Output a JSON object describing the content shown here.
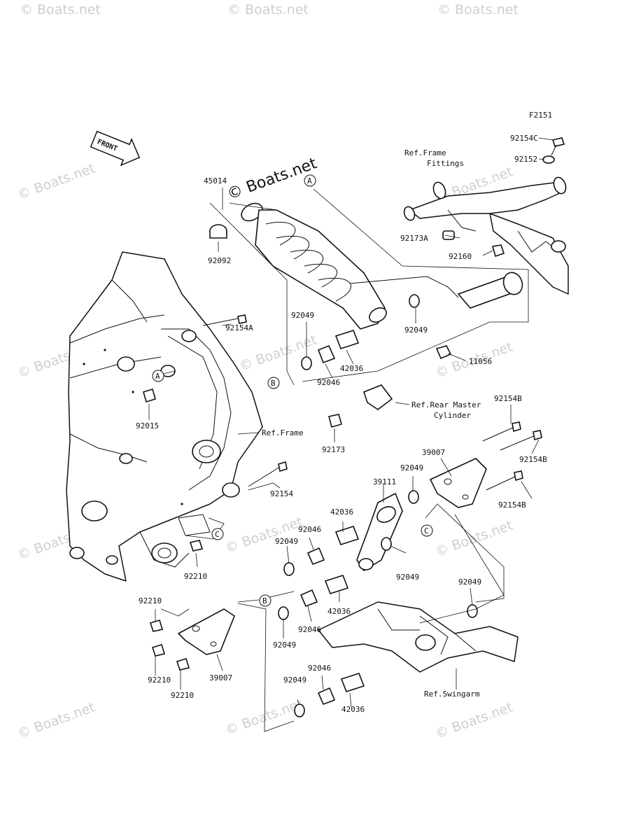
{
  "figure_code": "F2151",
  "front_label": "FRONT",
  "watermark_center": "© Boats.net",
  "watermark_text": "© Boats.net",
  "part_labels": [
    {
      "id": "45014",
      "text": "45014"
    },
    {
      "id": "92092",
      "text": "92092"
    },
    {
      "id": "92154C",
      "text": "92154C"
    },
    {
      "id": "92152",
      "text": "92152"
    },
    {
      "id": "92173A",
      "text": "92173A"
    },
    {
      "id": "92160",
      "text": "92160"
    },
    {
      "id": "92154A",
      "text": "92154A"
    },
    {
      "id": "92049_a",
      "text": "92049"
    },
    {
      "id": "92049_b",
      "text": "92049"
    },
    {
      "id": "42036_a",
      "text": "42036"
    },
    {
      "id": "92046_a",
      "text": "92046"
    },
    {
      "id": "11056",
      "text": "11056"
    },
    {
      "id": "92015",
      "text": "92015"
    },
    {
      "id": "92173",
      "text": "92173"
    },
    {
      "id": "92154B_a",
      "text": "92154B"
    },
    {
      "id": "92154B_b",
      "text": "92154B"
    },
    {
      "id": "92154B_c",
      "text": "92154B"
    },
    {
      "id": "39007_a",
      "text": "39007"
    },
    {
      "id": "92049_c",
      "text": "92049"
    },
    {
      "id": "39111",
      "text": "39111"
    },
    {
      "id": "92154",
      "text": "92154"
    },
    {
      "id": "42036_b",
      "text": "42036"
    },
    {
      "id": "92046_b",
      "text": "92046"
    },
    {
      "id": "92049_d",
      "text": "92049"
    },
    {
      "id": "92049_e",
      "text": "92049"
    },
    {
      "id": "92210_a",
      "text": "92210"
    },
    {
      "id": "92210_b",
      "text": "92210"
    },
    {
      "id": "92049_f",
      "text": "92049"
    },
    {
      "id": "42036_c",
      "text": "42036"
    },
    {
      "id": "92046_c",
      "text": "92046"
    },
    {
      "id": "92049_g",
      "text": "92049"
    },
    {
      "id": "92210_c",
      "text": "92210"
    },
    {
      "id": "92210_d",
      "text": "92210"
    },
    {
      "id": "39007_b",
      "text": "39007"
    },
    {
      "id": "92046_d",
      "text": "92046"
    },
    {
      "id": "92049_h",
      "text": "92049"
    },
    {
      "id": "42036_d",
      "text": "42036"
    }
  ],
  "reference_labels": {
    "frame_fittings_line1": "Ref.Frame",
    "frame_fittings_line2": "Fittings",
    "frame": "Ref.Frame",
    "rear_master_line1": "Ref.Rear Master",
    "rear_master_line2": "Cylinder",
    "swingarm": "Ref.Swingarm"
  },
  "callouts": {
    "A": "A",
    "B": "B",
    "C": "C"
  }
}
